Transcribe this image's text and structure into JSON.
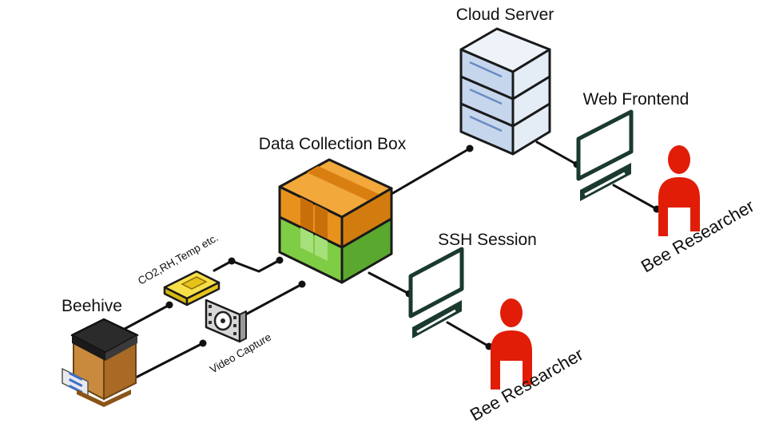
{
  "labels": {
    "cloud_server": "Cloud Server",
    "web_frontend": "Web Frontend",
    "data_collection_box": "Data Collection Box",
    "ssh_session": "SSH Session",
    "beehive": "Beehive",
    "sensor": "CO2,RH,Temp etc.",
    "video_capture": "Video Capture",
    "researcher_top": "Bee Researcher",
    "researcher_bottom": "Bee Researcher"
  },
  "colors": {
    "box_top": "#e8921e",
    "box_bottom": "#6cbf3a",
    "server": "#d9e4f2",
    "monitor": "#1b3a2e",
    "person": "#e11d07",
    "sensor": "#f2d21b",
    "hive_roof": "#2a2a2a",
    "hive_body": "#b8742e"
  },
  "icons": {
    "server": "server-stack-icon",
    "monitor": "monitor-icon",
    "person": "person-icon",
    "box": "package-icon",
    "sensor": "sensor-chip-icon",
    "camera": "film-camera-icon",
    "hive": "beehive-icon"
  }
}
